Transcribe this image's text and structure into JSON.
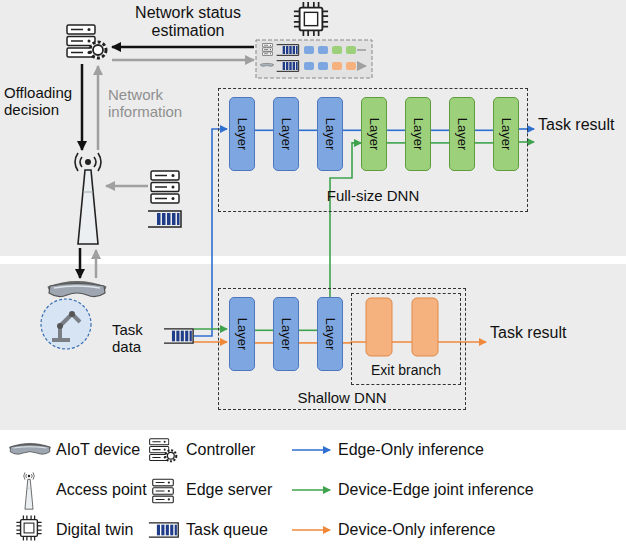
{
  "diagram": {
    "nodes": [
      {
        "text": [
          "Full-size DNN"
        ]
      },
      {
        "text": [
          "Layer"
        ],
        "in": 0
      },
      {
        "text": [
          "Layer"
        ],
        "in": 0
      },
      {
        "text": [
          "Layer"
        ],
        "in": 0
      },
      {
        "text": [
          "Layer"
        ],
        "in": 0
      },
      {
        "text": [
          "Layer"
        ],
        "in": 0
      },
      {
        "text": [
          "Layer"
        ],
        "in": 0
      },
      {
        "text": [
          "Layer"
        ],
        "in": 0
      },
      {
        "text": [
          "Shallow DNN"
        ]
      },
      {
        "text": [
          "Layer"
        ],
        "in": 8
      },
      {
        "text": [
          "Layer"
        ],
        "in": 8
      },
      {
        "text": [
          "Layer"
        ],
        "in": 8
      },
      {
        "text": [
          "Exit branch"
        ],
        "in": 8
      }
    ],
    "edges": [
      {
        "from": 1,
        "to": 2,
        "arrow": "none"
      },
      {
        "from": 2,
        "to": 3,
        "arrow": "none"
      },
      {
        "from": 3,
        "to": 4,
        "arrow": "none"
      },
      {
        "from": 4,
        "to": 5,
        "arrow": "none"
      },
      {
        "from": 5,
        "to": 6,
        "arrow": "none"
      },
      {
        "from": 6,
        "to": 7,
        "arrow": "none"
      },
      {
        "from": 4,
        "to": 5,
        "arrow": "none"
      },
      {
        "from": 5,
        "to": 6,
        "arrow": "none"
      },
      {
        "from": 6,
        "to": 7,
        "arrow": "none"
      },
      {
        "from": 11,
        "to": 4,
        "arrow": "to"
      },
      {
        "from": 9,
        "to": 10,
        "arrow": "none"
      },
      {
        "from": 10,
        "to": 11,
        "arrow": "none"
      },
      {
        "from": 9,
        "to": 10,
        "arrow": "none"
      },
      {
        "from": 10,
        "to": 11,
        "arrow": "none"
      },
      {
        "from": 11,
        "to": 12,
        "arrow": "none"
      }
    ],
    "labels": [
      "Network status estimation",
      "Offloading decision",
      "Network information",
      "Task data",
      "Task result",
      "Task result"
    ],
    "legend": [
      {
        "text": "AIoT device"
      },
      {
        "text": "Controller"
      },
      {
        "text": "Edge-Only inference"
      },
      {
        "text": "Access point"
      },
      {
        "text": "Edge server"
      },
      {
        "text": "Device-Edge joint inference"
      },
      {
        "text": "Digital twin"
      },
      {
        "text": "Task queue"
      },
      {
        "text": "Device-Only inference"
      }
    ]
  }
}
